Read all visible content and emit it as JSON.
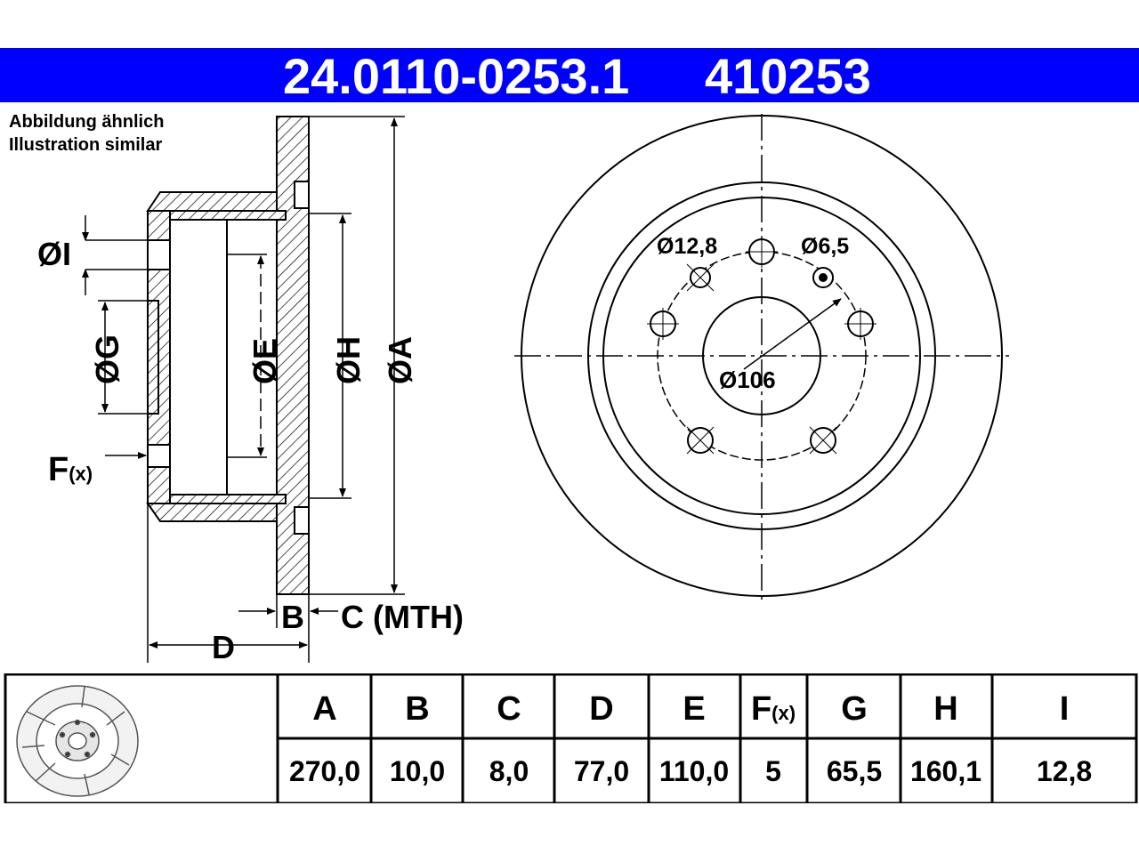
{
  "header": {
    "part_number": "24.0110-0253.1",
    "short_number": "410253",
    "bg_color": "#0000ff",
    "text_color": "#ffffff"
  },
  "note": {
    "line_de": "Abbildung ähnlich",
    "line_en": "Illustration similar"
  },
  "section_labels": {
    "I": "ØI",
    "G": "ØG",
    "E": "ØE",
    "H": "ØH",
    "A": "ØA",
    "F": "F",
    "F_sub": "(x)",
    "B": "B",
    "C": "C (MTH)",
    "D": "D"
  },
  "face_labels": {
    "bolt_hole": "Ø12,8",
    "small_hole": "Ø6,5",
    "center_bore": "Ø106"
  },
  "table": {
    "headers": [
      "A",
      "B",
      "C",
      "D",
      "E",
      "F",
      "G",
      "H",
      "I"
    ],
    "f_sub": "(x)",
    "values": [
      "270,0",
      "10,0",
      "8,0",
      "77,0",
      "110,0",
      "5",
      "65,5",
      "160,1",
      "12,8"
    ]
  }
}
